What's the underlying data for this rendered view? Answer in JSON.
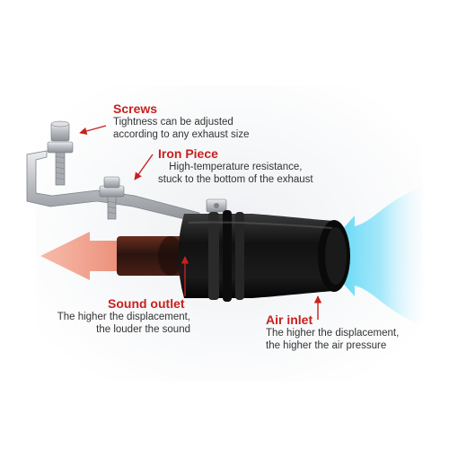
{
  "callouts": {
    "screws": {
      "title": "Screws",
      "desc_line1": "Tightness can be adjusted",
      "desc_line2": "according to any exhaust size"
    },
    "iron_piece": {
      "title": "Iron Piece",
      "desc_line1": "High-temperature resistance,",
      "desc_line2": "stuck to the bottom of the exhaust"
    },
    "sound_outlet": {
      "title": "Sound outlet",
      "desc_line1": "The higher the displacement,",
      "desc_line2": "the louder the sound"
    },
    "air_inlet": {
      "title": "Air inlet",
      "desc_line1": "The higher the displacement,",
      "desc_line2": "the higher the air pressure"
    }
  },
  "colors": {
    "label_red": "#c8201e",
    "text_gray": "#333333",
    "outflow_arrow": "#e9957f",
    "inflow_arrow": "#5ad6f5",
    "body_black": "#141414",
    "bracket_silver": "#c6c8cc"
  }
}
